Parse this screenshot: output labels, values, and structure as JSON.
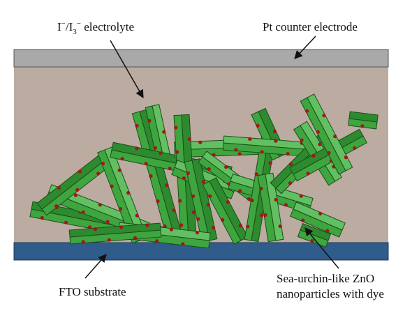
{
  "labels": {
    "electrolyte": {
      "main": "I",
      "sup1": "−",
      "slash": "/I",
      "sub": "3",
      "sup2": "−",
      "rest": " electrolyte"
    },
    "counter_electrode": "Pt counter electrode",
    "fto": "FTO substrate",
    "zno_line1": "Sea-urchin-like ZnO",
    "zno_line2": "nanoparticles with dye"
  },
  "colors": {
    "counter_electrode": "#a9a9a9",
    "electrolyte": "#bcaba0",
    "fto": "#2f5c8a",
    "rod_dark": "#2e8a2e",
    "rod_mid": "#3fa53f",
    "rod_light": "#62c062",
    "dye": "#a01818"
  },
  "icons": [
    "arrow-icon"
  ]
}
